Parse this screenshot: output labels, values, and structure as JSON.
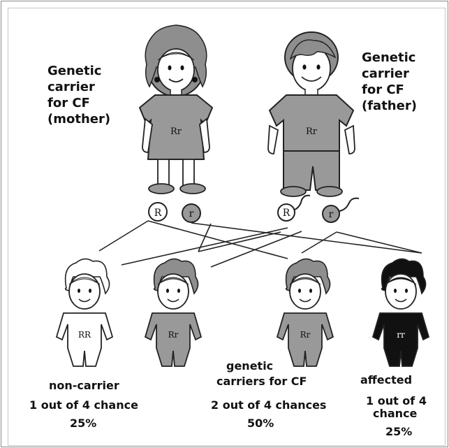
{
  "colors": {
    "carrier_fill": "#999999",
    "non_carrier_fill": "#ffffff",
    "affected_fill": "#111111",
    "outline": "#222222"
  },
  "parents": {
    "mother": {
      "label_lines": [
        "Genetic",
        "carrier",
        "for CF",
        "(mother)"
      ],
      "genotype": "Rr",
      "alleles": [
        "R",
        "r"
      ]
    },
    "father": {
      "label_lines": [
        "Genetic",
        "carrier",
        "for CF",
        "(father)"
      ],
      "genotype": "Rr",
      "alleles": [
        "R",
        "r"
      ]
    }
  },
  "children": [
    {
      "genotype": "RR",
      "fill": "#ffffff"
    },
    {
      "genotype": "Rr",
      "fill": "#999999"
    },
    {
      "genotype": "Rr",
      "fill": "#999999"
    },
    {
      "genotype": "rr",
      "fill": "#111111"
    }
  ],
  "outcomes": {
    "non_carrier": {
      "label": "non-carrier",
      "chance": "1 out of 4 chance",
      "percent": "25%"
    },
    "carriers": {
      "label_line1": "genetic",
      "label_line2": "carriers for CF",
      "chance": "2 out of 4 chances",
      "percent": "50%"
    },
    "affected": {
      "label": "affected",
      "chance_line1": "1 out of 4",
      "chance_line2": "chance",
      "percent": "25%"
    }
  }
}
